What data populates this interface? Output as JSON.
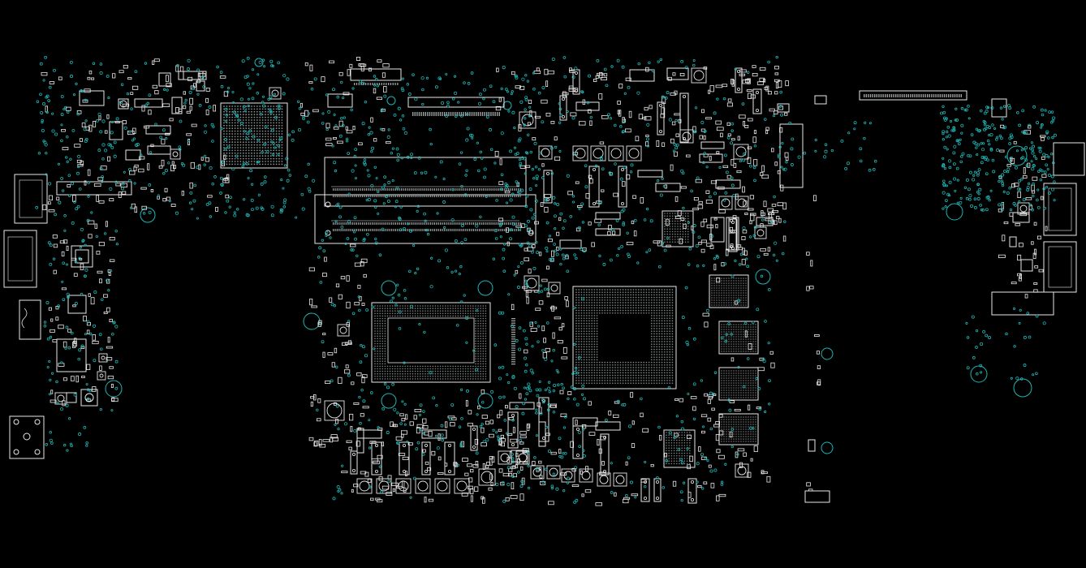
{
  "viewer": {
    "background": "#000000",
    "outline_color": "#e8e8e8",
    "testpoint_color": "#1fb5b5",
    "pin_color": "#9aa0a0",
    "bga_fill": "#3a3a3a"
  },
  "board": {
    "outline_shapes": [
      "bga-cpu",
      "bga-gpu",
      "bga-chip",
      "vram-chip",
      "dimm-slot",
      "usb-port",
      "hdmi-port",
      "audio-jack",
      "flex-connector",
      "mosfet",
      "capacitor",
      "resistor"
    ]
  }
}
